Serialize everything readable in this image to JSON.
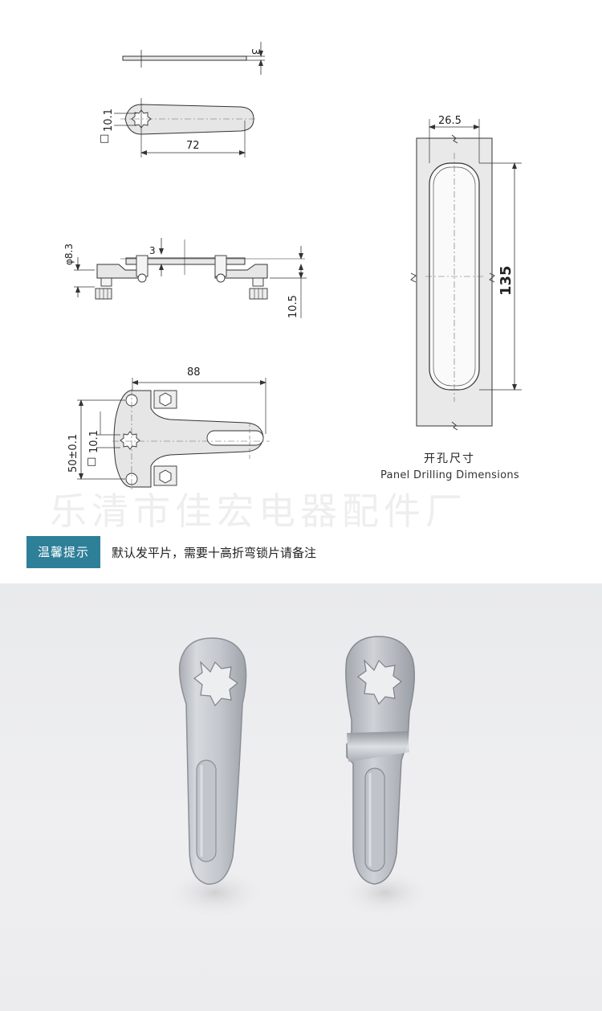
{
  "dimensions": {
    "thickness": "3",
    "square_width": "10.1",
    "square_symbol": "□",
    "length_72": "72",
    "phi_83": "φ8.3",
    "offset_3": "3",
    "height_105": "10.5",
    "length_88": "88",
    "tol_50": "50±0.1",
    "square_width_2": "10.1",
    "square_symbol_2": "□",
    "panel_width": "26.5",
    "panel_height": "135"
  },
  "panel_caption": {
    "chinese": "开孔尺寸",
    "english": "Panel Drilling Dimensions"
  },
  "watermark": "乐清市佳宏电器配件厂",
  "notice": {
    "badge": "温馨提示",
    "text": "默认发平片，需要十高折弯锁片请备注"
  },
  "colors": {
    "line": "#333333",
    "part_fill": "#e6e6e6",
    "badge": "#2e7f98",
    "photo_bg": "#ececee",
    "metal": "#c9ccd2"
  }
}
